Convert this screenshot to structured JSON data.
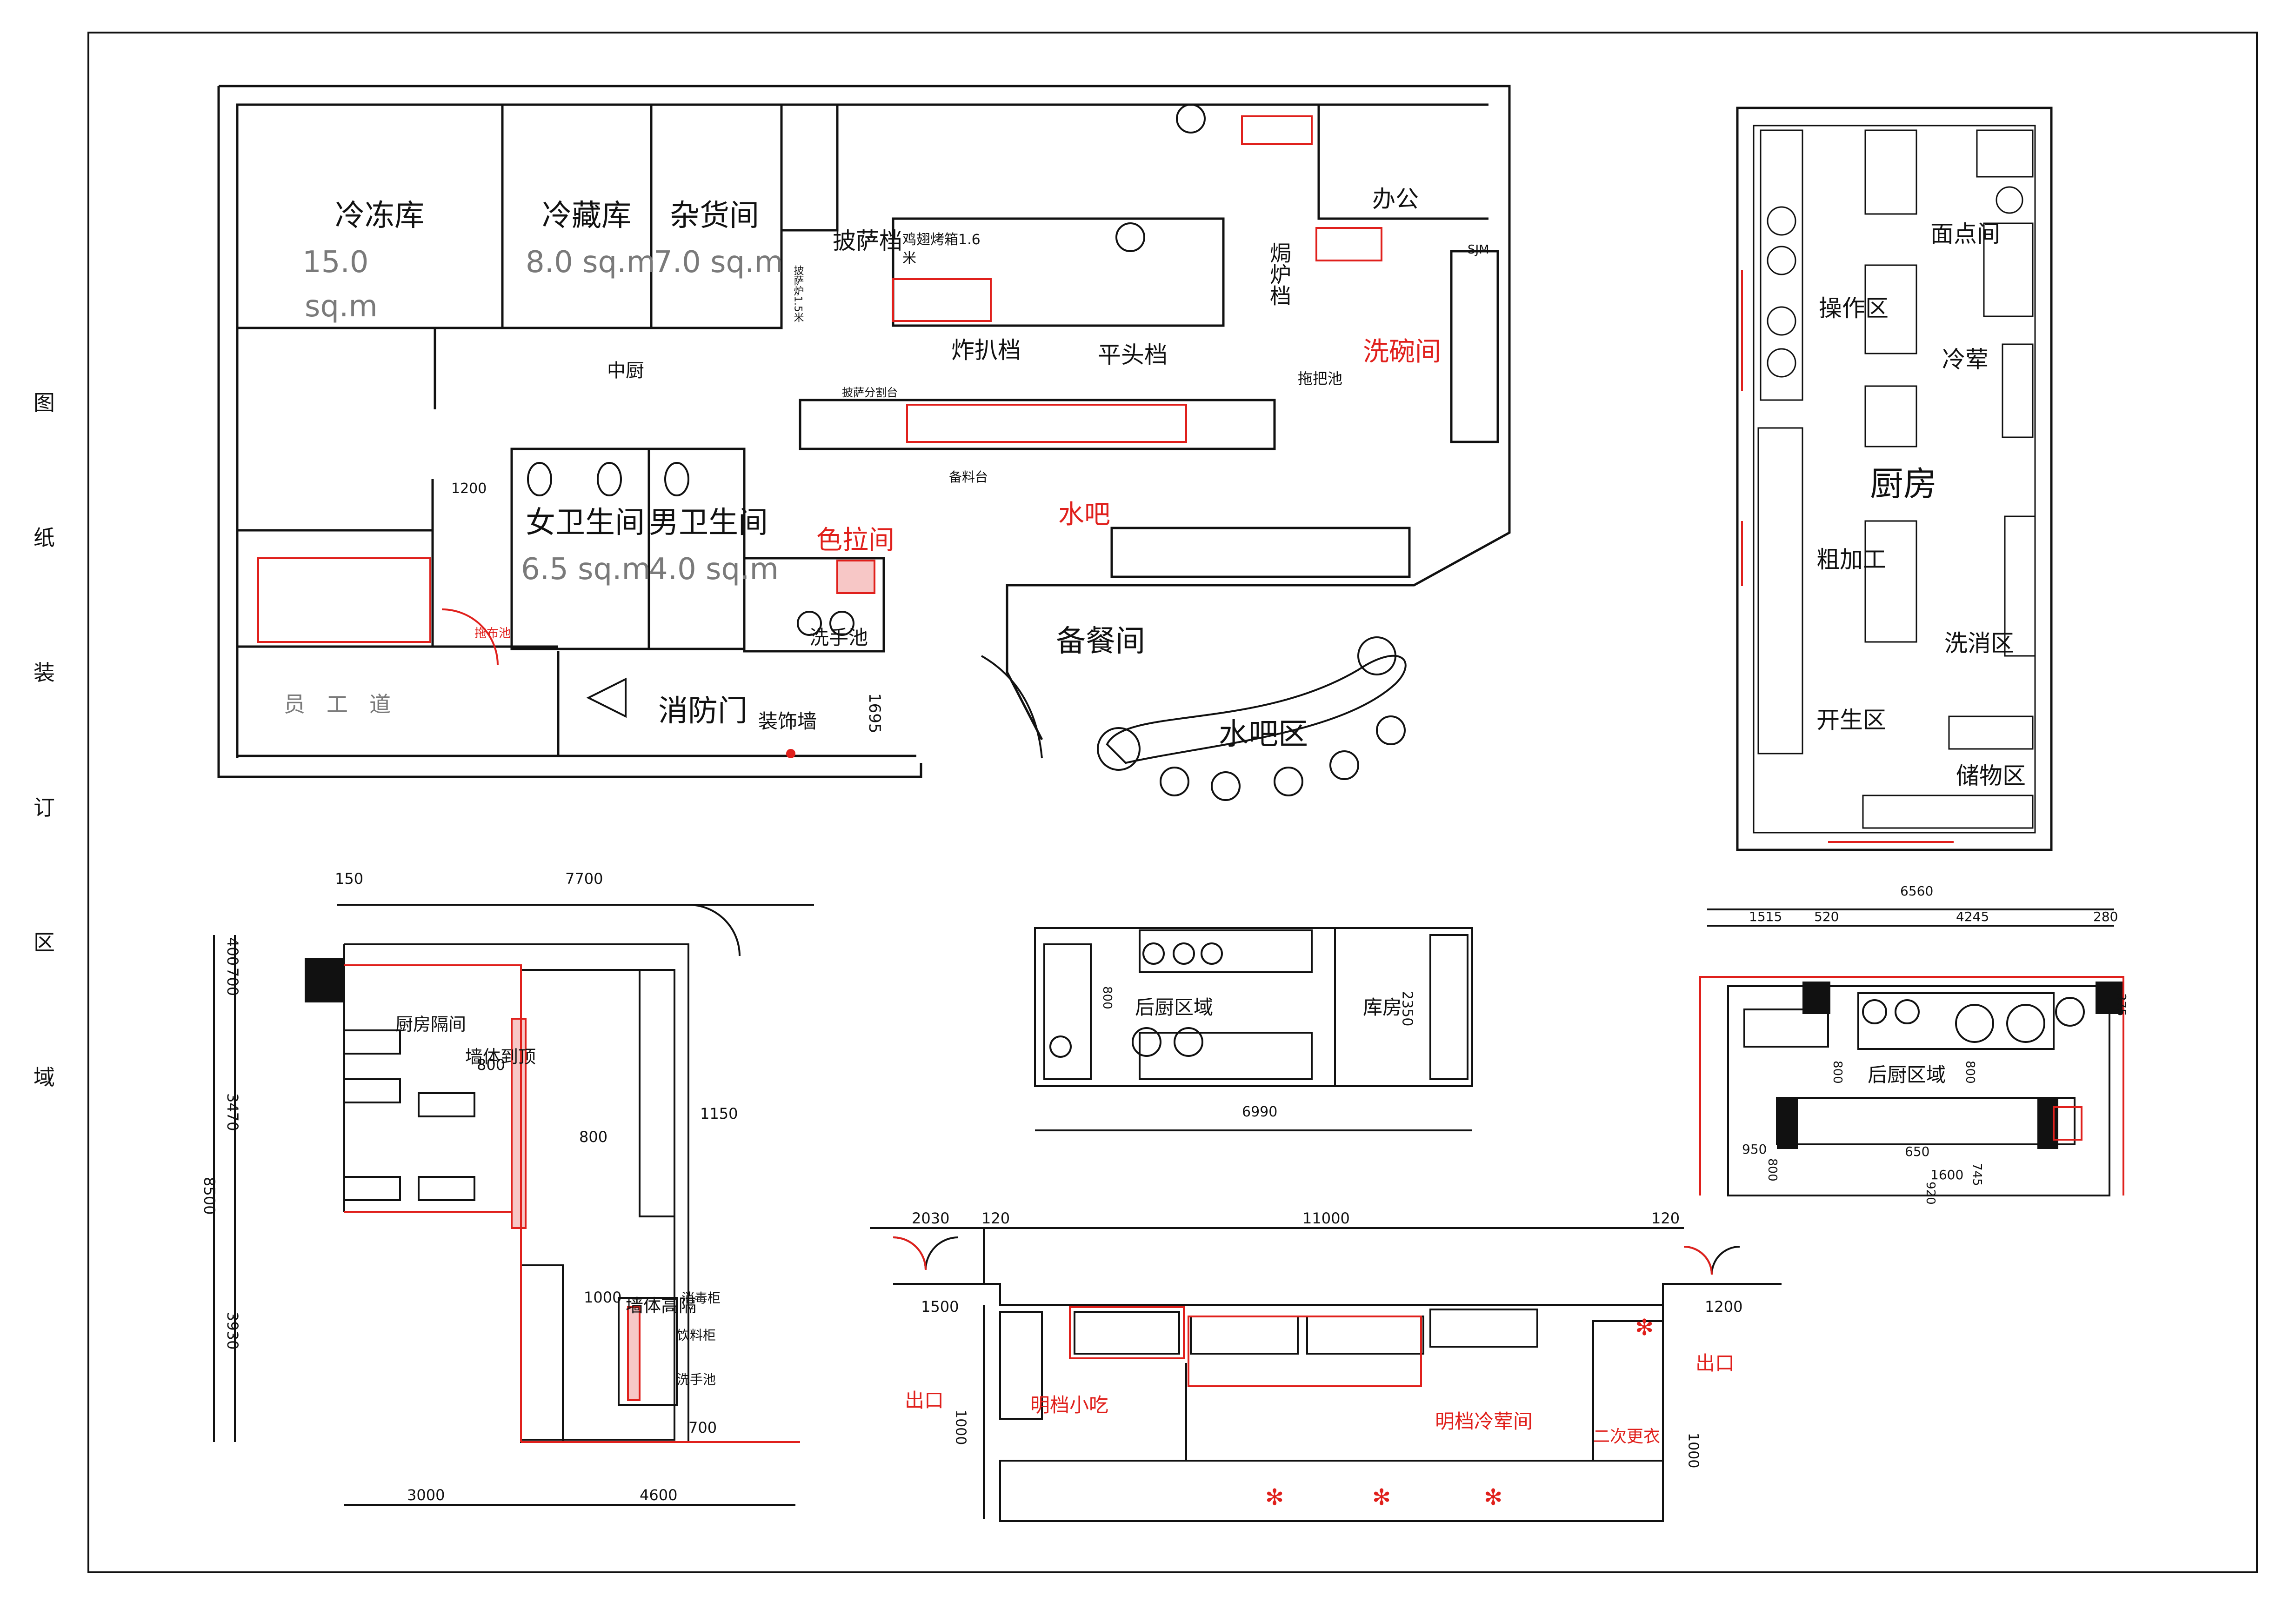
{
  "sidebar_label": [
    "图",
    "纸",
    "装",
    "订",
    "区",
    "域"
  ],
  "colors": {
    "wall": "#111111",
    "accent": "#e0201c",
    "gray": "#7a7a7a"
  },
  "plan_main": {
    "rooms": {
      "freezer": "冷冻库",
      "freezer_area": "15.0",
      "freezer_unit": "sq.m",
      "chiller": "冷藏库",
      "chiller_area": "8.0 sq.m",
      "store": "杂货间",
      "store_area": "7.0 sq.m",
      "central_kitchen": "中厨",
      "female_wc": "女卫生间",
      "female_area": "6.5 sq.m",
      "male_wc": "男卫生间",
      "male_area": "4.0 sq.m",
      "salad": "色拉间",
      "wash_basin": "洗手池",
      "staff_way": "员　工　道",
      "fire_door": "消防门",
      "deco_wall": "装饰墙",
      "pizza": "披萨档",
      "wing_oven": "鸡翅烤箱1.6",
      "wing_oven_unit": "米",
      "fryer": "炸扒档",
      "flat": "平头档",
      "stew": "焗炉档",
      "office": "办公",
      "dishwash": "洗碗间",
      "mop": "拖把池",
      "sjm": "SJM",
      "pizza_cut": "披萨分割台",
      "prep_table": "备料台",
      "water_bar": "水吧",
      "prep_room": "备餐间",
      "bar_zone": "水吧区",
      "pizza_tag": "披萨炉1.5米",
      "mop_tag": "拖布池"
    },
    "dims": {
      "d1200": "1200",
      "d1695": "1695"
    }
  },
  "plan_right": {
    "rooms": {
      "pastry": "面点间",
      "work": "操作区",
      "cold": "冷荤",
      "kitchen": "厨房",
      "rough": "粗加工",
      "wash": "洗消区",
      "open": "开生区",
      "storage": "储物区"
    }
  },
  "plan_bl": {
    "dims": {
      "d150": "150",
      "d7700": "7700",
      "d400": "400",
      "d700": "700",
      "d3470": "3470",
      "d8500": "8500",
      "d3930": "3930",
      "d3000": "3000",
      "d4600": "4600",
      "d1150": "1150",
      "d800a": "800",
      "d800b": "800",
      "d1000": "1000",
      "d700b": "700"
    },
    "labels": {
      "partition": "厨房隔间",
      "wall_top": "墙体到顶",
      "wall_high": "墙体高隔",
      "wash_basin": "洗手池",
      "drink": "饮料柜",
      "disinfect": "消毒柜"
    }
  },
  "plan_bc": {
    "labels": {
      "back": "后厨区域",
      "store": "库房"
    },
    "dims": {
      "d2350": "2350",
      "d6990": "6990",
      "d800": "800"
    }
  },
  "plan_br": {
    "labels": {
      "back": "后厨区域"
    },
    "dims": {
      "d6560": "6560",
      "d1515": "1515",
      "d520": "520",
      "d4245": "4245",
      "d280": "280",
      "d375": "375",
      "d800a": "800",
      "d800b": "800",
      "d950": "950",
      "d650": "650",
      "d1600": "1600",
      "d745": "745",
      "d920": "920",
      "d800c": "800"
    }
  },
  "plan_bottom": {
    "labels": {
      "exit_l": "出口",
      "exit_r": "出口",
      "snack": "明档小吃",
      "cold_meat": "明档冷荤间",
      "change": "二次更衣"
    },
    "dims": {
      "d2030": "2030",
      "d120a": "120",
      "d11000": "11000",
      "d120b": "120",
      "d1500": "1500",
      "d1200": "1200",
      "d1000a": "1000",
      "d1000b": "1000"
    }
  }
}
